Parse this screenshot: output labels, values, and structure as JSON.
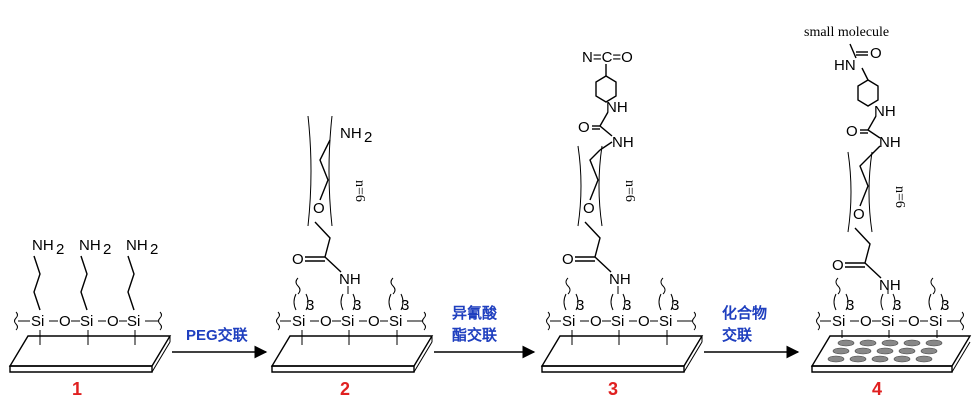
{
  "labels": {
    "atom_si": "Si",
    "atom_o": "O",
    "nh2": "NH",
    "nh2_sub": "2",
    "nh": "NH",
    "hn": "HN",
    "o": "O",
    "n_eq": "n=6",
    "sub3": "3",
    "isocyanate": "N=C=O",
    "small_molecule": "small molecule"
  },
  "arrows": {
    "a1": "PEG交联",
    "a2_line1": "异氰酸",
    "a2_line2": "酯交联",
    "a3_line1": "化合物",
    "a3_line2": "交联"
  },
  "steps": {
    "s1": "1",
    "s2": "2",
    "s3": "3",
    "s4": "4"
  },
  "colors": {
    "arrow_label": "#1f3fbf",
    "step_number": "#e02020",
    "spots": "#888888"
  }
}
